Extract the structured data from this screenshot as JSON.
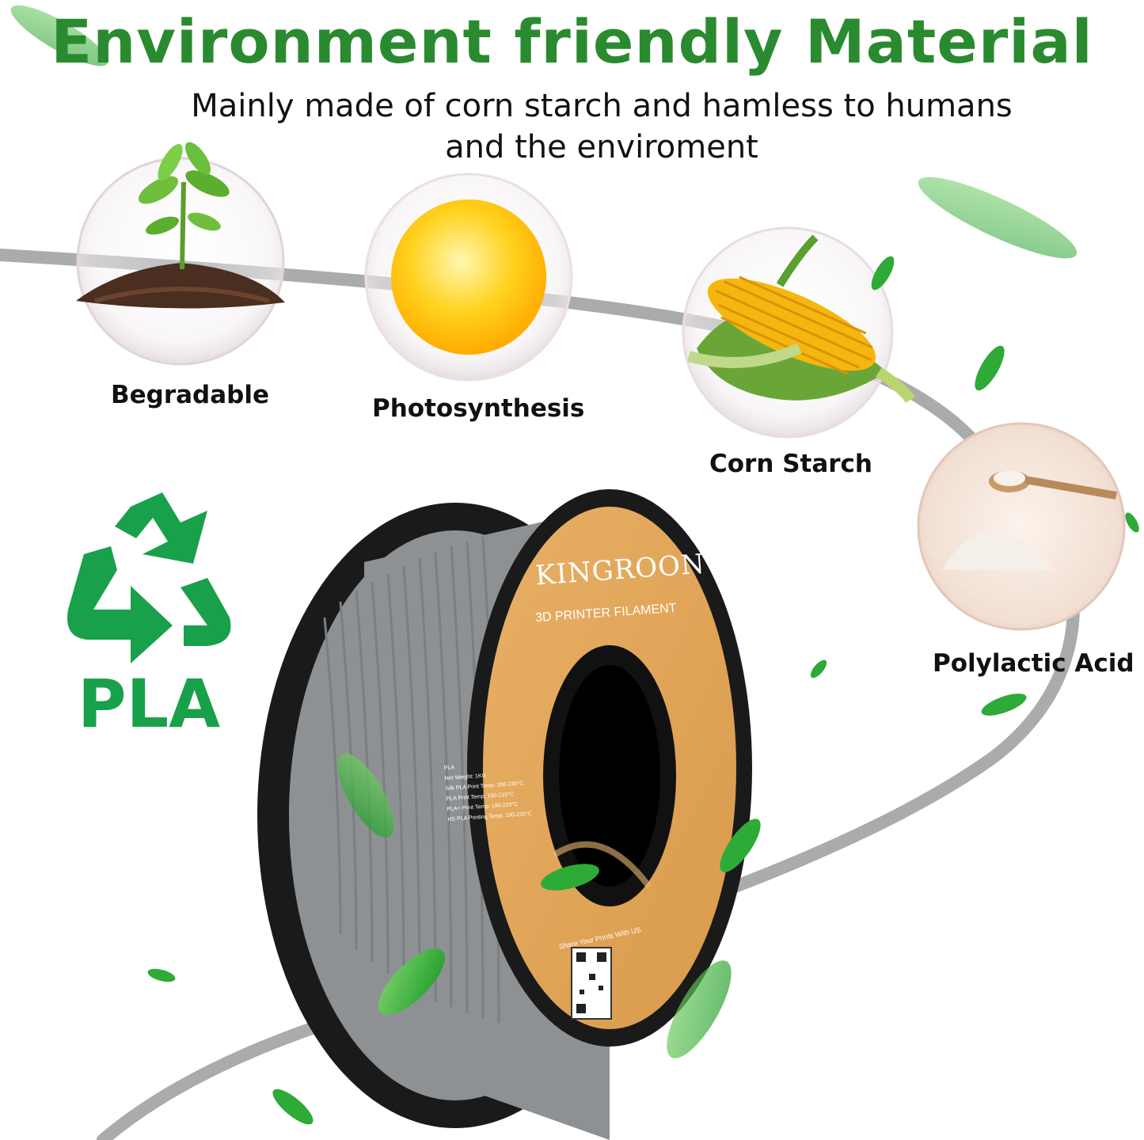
{
  "headline": "Environment friendly Material",
  "subheadline": "Mainly made of corn starch and hamless to humans and the enviroment",
  "features": [
    {
      "label": "Begradable",
      "icon": "seedling-in-soil-bubble-icon"
    },
    {
      "label": "Photosynthesis",
      "icon": "sun-bubble-icon"
    },
    {
      "label": "Corn Starch",
      "icon": "corn-cob-bubble-icon"
    },
    {
      "label": "Polylactic Acid",
      "icon": "pla-pellets-spoon-bubble-icon"
    }
  ],
  "recycle_badge": {
    "text": "PLA",
    "icon": "recycle-arrows-icon",
    "color": "#19a04a"
  },
  "spool": {
    "brand": "KINGROON",
    "product_line": "3D PRINTER FILAMENT",
    "specs_left": [
      "PLA",
      "Net Weight: 1KG",
      "Silk PLA Print Temp: 200-230°C",
      "PLA Print Temp: 190-210°C",
      "PLA+ Print Temp: 190-220°C",
      "HS PLA Printing Temp: 190-230°C"
    ],
    "share_text": "Share Your Prints With US",
    "filament_color": "#8e9194",
    "label_color": "#e3a85c"
  },
  "colors": {
    "headline": "#2a8a2f",
    "leaf": "#3fb33a",
    "filament_wire": "#a9abad"
  }
}
